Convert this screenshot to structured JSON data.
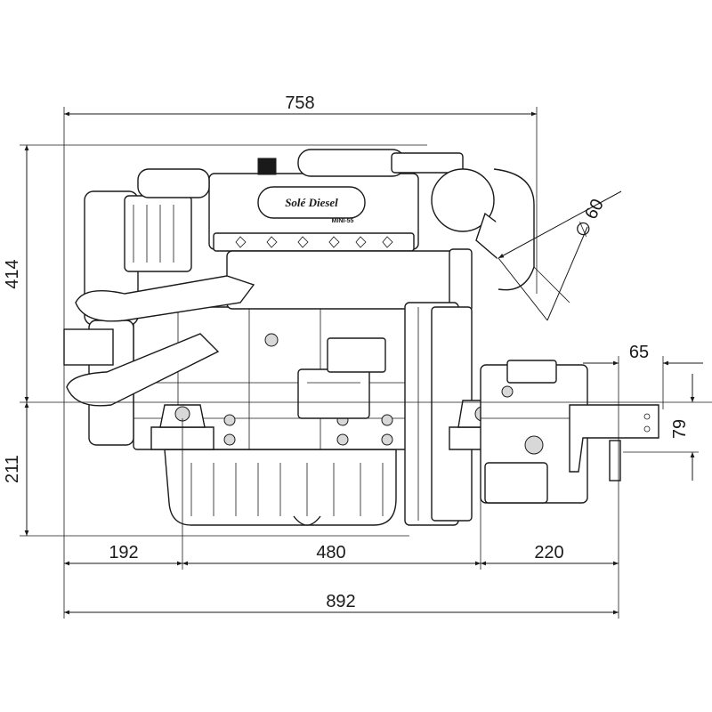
{
  "dimensions": {
    "overall_top_length": "758",
    "height_above_centerline": "414",
    "height_below_centerline": "211",
    "exhaust_diameter": "∅ 60",
    "flange_offset": "65",
    "flange_drop": "79",
    "front_overhang": "192",
    "mount_spacing": "480",
    "gearbox_length": "220",
    "overall_length": "892"
  },
  "engine": {
    "brand_label": "Solé Diesel",
    "model_label": "MINI-55"
  },
  "colors": {
    "line": "#1a1a1a",
    "background": "#ffffff",
    "shade": "#d8d8d8"
  }
}
